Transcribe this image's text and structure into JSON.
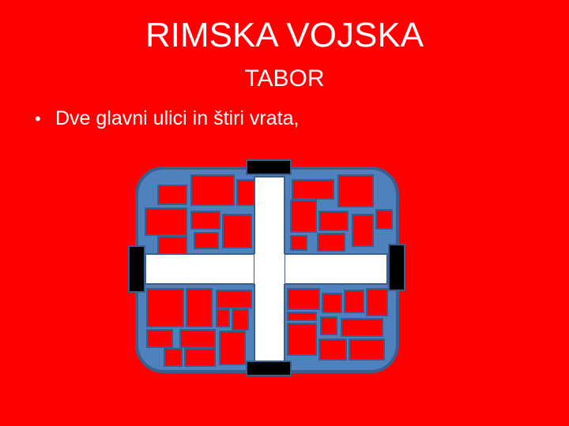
{
  "slide": {
    "title": "RIMSKA VOJSKA",
    "subtitle": "TABOR",
    "bullets": [
      {
        "marker": "•",
        "text": "Dve glavni ulici in štiri vrata,"
      }
    ]
  },
  "diagram": {
    "camp_fill": "#4f81bd",
    "camp_stroke": "#3a5f8f",
    "building_fill": "#ff0000",
    "street_fill": "#ffffff",
    "gate_fill": "#000000",
    "gates": [
      "north",
      "south",
      "west",
      "east"
    ],
    "streets": [
      "via-principalis",
      "via-praetoria"
    ]
  }
}
